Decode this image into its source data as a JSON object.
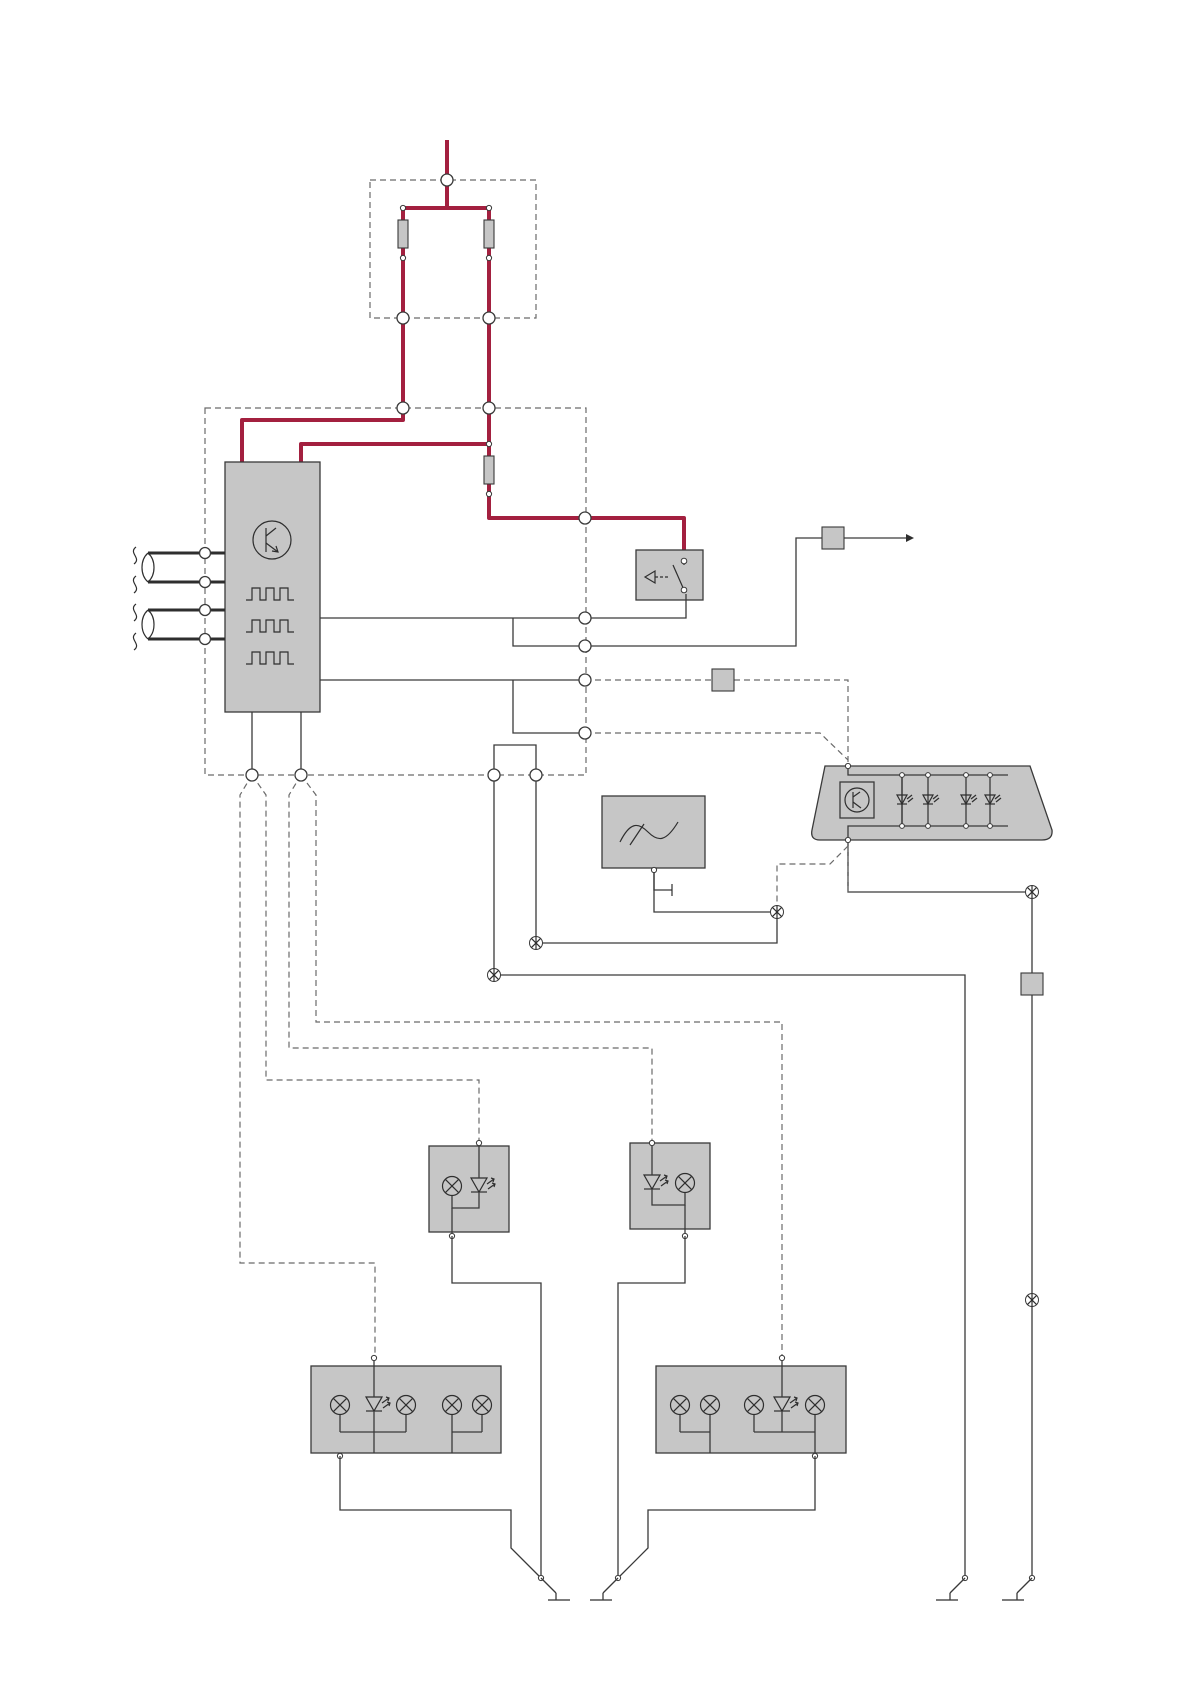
{
  "colors": {
    "power_wire": "#a3203f",
    "signal_wire": "#3a3a3a",
    "dashed_wire": "#6a6a6a",
    "component_fill": "#c6c6c6",
    "background": "#ffffff"
  },
  "components": [
    {
      "id": "supply-input",
      "kind": "supply-wire"
    },
    {
      "id": "fuse-box",
      "kind": "dashed-enclosure"
    },
    {
      "id": "fuse-left",
      "kind": "fuse"
    },
    {
      "id": "fuse-right",
      "kind": "fuse"
    },
    {
      "id": "control-module-housing",
      "kind": "dashed-enclosure"
    },
    {
      "id": "control-module",
      "kind": "module",
      "icons": [
        "transistor-icon",
        "square-wave-icon",
        "square-wave-icon",
        "square-wave-icon"
      ]
    },
    {
      "id": "fuse-inline",
      "kind": "fuse"
    },
    {
      "id": "switch-relay",
      "kind": "switch"
    },
    {
      "id": "connector-arrow",
      "kind": "connector"
    },
    {
      "id": "led-bar-unit",
      "kind": "lamp-unit",
      "icons": [
        "transistor-icon",
        "led-icon",
        "led-icon",
        "led-icon",
        "led-icon"
      ]
    },
    {
      "id": "sine-generator",
      "kind": "module",
      "icons": [
        "sine-wave-icon"
      ]
    },
    {
      "id": "lamp-unit-left",
      "kind": "lamp-unit",
      "icons": [
        "bulb-icon",
        "led-icon"
      ]
    },
    {
      "id": "lamp-unit-right",
      "kind": "lamp-unit",
      "icons": [
        "led-icon",
        "bulb-icon"
      ]
    },
    {
      "id": "rear-lamp-left",
      "kind": "lamp-unit",
      "icons": [
        "bulb-icon",
        "led-icon",
        "bulb-icon",
        "bulb-icon",
        "bulb-icon"
      ]
    },
    {
      "id": "rear-lamp-right",
      "kind": "lamp-unit",
      "icons": [
        "bulb-icon",
        "bulb-icon",
        "bulb-icon",
        "led-icon",
        "bulb-icon"
      ]
    },
    {
      "id": "ground-points",
      "kind": "ground",
      "count": 4
    }
  ]
}
